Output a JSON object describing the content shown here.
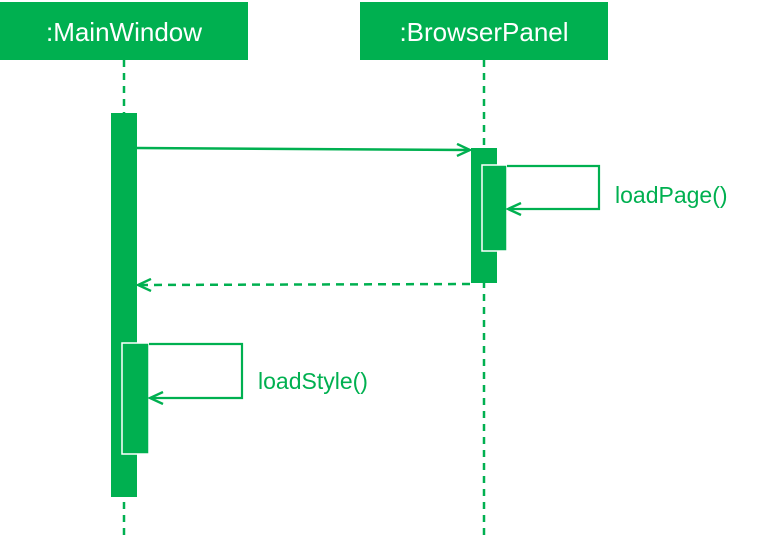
{
  "colors": {
    "primary": "#00b050",
    "background": "#ffffff",
    "text_on_primary": "#ffffff"
  },
  "participants": [
    {
      "id": "main",
      "label": ":MainWindow"
    },
    {
      "id": "browser",
      "label": ":BrowserPanel"
    }
  ],
  "messages": [
    {
      "from": "main",
      "to": "browser",
      "kind": "call",
      "label": ""
    },
    {
      "from": "browser",
      "to": "browser",
      "kind": "self-call",
      "label": "loadPage()"
    },
    {
      "from": "browser",
      "to": "main",
      "kind": "return",
      "label": ""
    },
    {
      "from": "main",
      "to": "main",
      "kind": "self-call",
      "label": "loadStyle()"
    }
  ]
}
